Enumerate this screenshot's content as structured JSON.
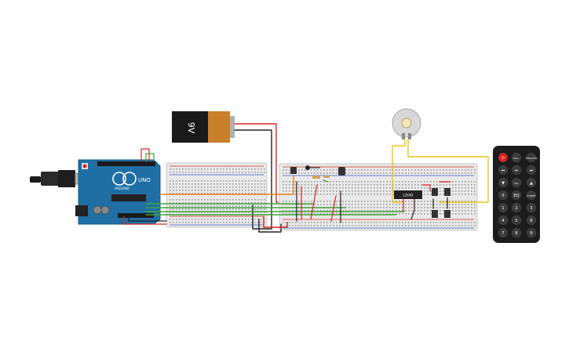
{
  "battery": {
    "label": "9V"
  },
  "arduino": {
    "brand": "ARDUINO",
    "model": "UNO"
  },
  "driver_chip": {
    "label": "L293D"
  },
  "remote": {
    "buttons": [
      {
        "label": "⏻",
        "name": "power"
      },
      {
        "label": "VOL+",
        "name": "vol-up"
      },
      {
        "label": "FUNC/STOP",
        "name": "func-stop"
      },
      {
        "label": "⏮",
        "name": "prev"
      },
      {
        "label": "⏯",
        "name": "play-pause"
      },
      {
        "label": "⏭",
        "name": "next"
      },
      {
        "label": "▼",
        "name": "down"
      },
      {
        "label": "VOL-",
        "name": "vol-down"
      },
      {
        "label": "▲",
        "name": "up"
      },
      {
        "label": "0",
        "name": "0"
      },
      {
        "label": "EQ",
        "name": "eq"
      },
      {
        "label": "ST/REPT",
        "name": "st-rept"
      },
      {
        "label": "1",
        "name": "1"
      },
      {
        "label": "2",
        "name": "2"
      },
      {
        "label": "3",
        "name": "3"
      },
      {
        "label": "4",
        "name": "4"
      },
      {
        "label": "5",
        "name": "5"
      },
      {
        "label": "6",
        "name": "6"
      },
      {
        "label": "7",
        "name": "7"
      },
      {
        "label": "8",
        "name": "8"
      },
      {
        "label": "9",
        "name": "9"
      }
    ]
  },
  "colors": {
    "arduino_board": "#1f6fa5",
    "breadboard": "#e8e8e8",
    "wire_red": "#d6281e",
    "wire_black": "#222222",
    "wire_green": "#3fa63a",
    "wire_orange": "#e8821f",
    "wire_yellow": "#f0c419",
    "remote_body": "#1c1c1c",
    "power_button": "#e02020"
  }
}
